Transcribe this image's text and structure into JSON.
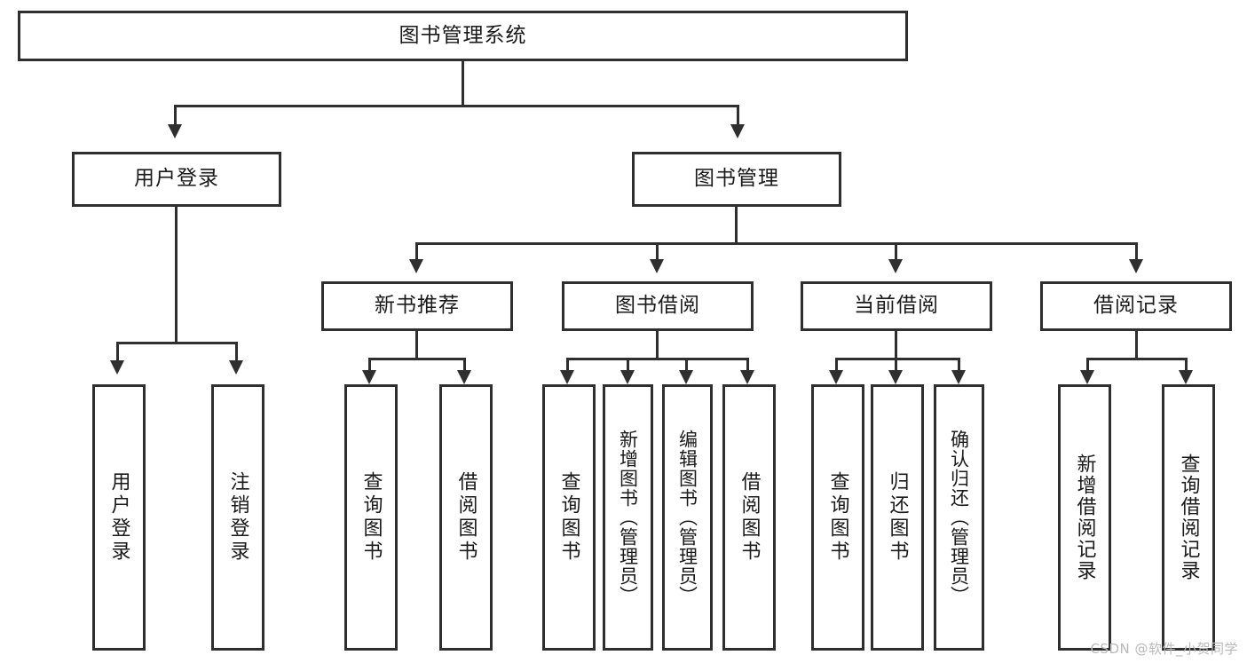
{
  "diagram": {
    "type": "hierarchy-tree",
    "root": {
      "label": "图书管理系统"
    },
    "level2": [
      {
        "label": "用户登录"
      },
      {
        "label": "图书管理"
      }
    ],
    "level3": [
      {
        "label": "新书推荐"
      },
      {
        "label": "图书借阅"
      },
      {
        "label": "当前借阅"
      },
      {
        "label": "借阅记录"
      }
    ],
    "leaves": {
      "user_login": [
        {
          "label": "用户登录"
        },
        {
          "label": "注销登录"
        }
      ],
      "new_book_recommend": [
        {
          "label": "查询图书"
        },
        {
          "label": "借阅图书"
        }
      ],
      "book_borrow": [
        {
          "label": "查询图书"
        },
        {
          "label": "新增图书（管理员）"
        },
        {
          "label": "编辑图书（管理员）"
        },
        {
          "label": "借阅图书"
        }
      ],
      "current_borrow": [
        {
          "label": "查询图书"
        },
        {
          "label": "归还图书"
        },
        {
          "label": "确认归还（管理员）"
        }
      ],
      "borrow_record": [
        {
          "label": "新增借阅记录"
        },
        {
          "label": "查询借阅记录"
        }
      ]
    }
  },
  "watermark": {
    "text": "CSDN @软件_小贺同学"
  },
  "colors": {
    "stroke": "#2f2f2f",
    "fill": "#ffffff",
    "text": "#1a1a1a",
    "watermark": "#b9b9b9"
  }
}
